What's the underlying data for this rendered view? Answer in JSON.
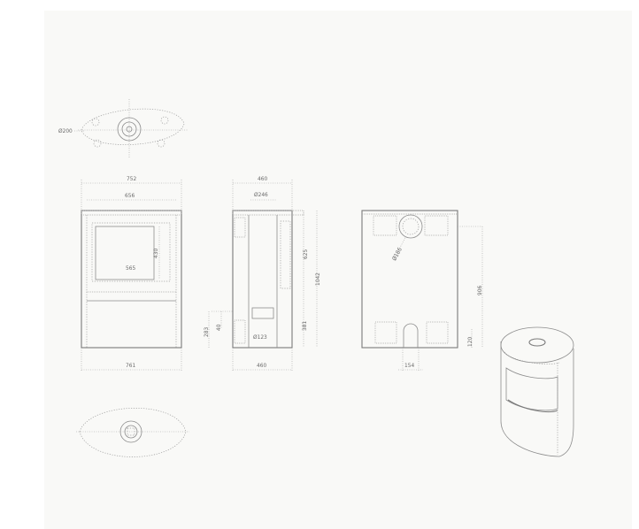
{
  "top_view": {
    "flue_diameter": "Ø200"
  },
  "front_view": {
    "width_top": "752",
    "width_inner_top": "656",
    "glass_width": "565",
    "glass_height": "430",
    "width_bottom": "761"
  },
  "side_view": {
    "depth_top": "460",
    "outlet_diameter": "Ø246",
    "height_upper": "625",
    "height_total": "1042",
    "height_lower": "381",
    "inlet_diameter": "Ø123",
    "height_inlet": "283",
    "offset_small": "40",
    "depth_bottom": "460"
  },
  "rear_view": {
    "outlet_diameter": "Ø186",
    "height_outlet": "906",
    "height_bottom": "120",
    "opening_width": "154"
  }
}
